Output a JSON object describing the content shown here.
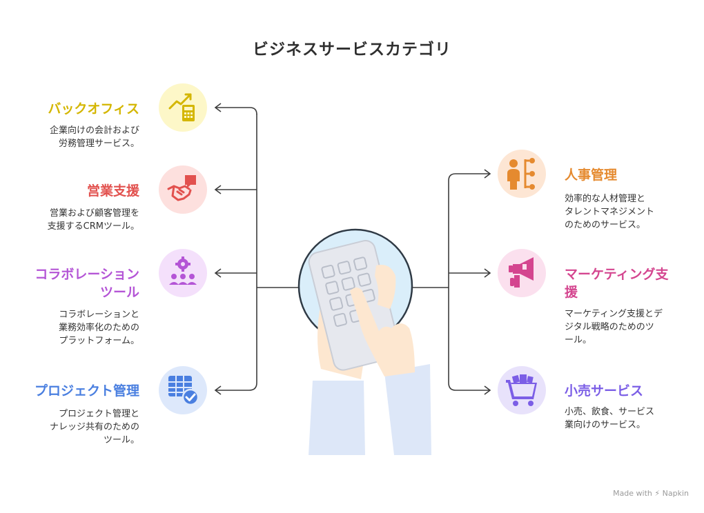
{
  "title": "ビジネスサービスカテゴリ",
  "categories": {
    "backoffice": {
      "title": "バックオフィス",
      "description": "企業向けの会計および\n労務管理サービス。",
      "color": "#d4b600",
      "bg": "#fdf7c8",
      "icon": "chart-calculator-icon"
    },
    "sales": {
      "title": "営業支援",
      "description": "営業および顧客管理を\n支援するCRMツール。",
      "color": "#e2514e",
      "bg": "#fde0de",
      "icon": "handshake-chat-icon"
    },
    "collaboration": {
      "title": "コラボレーション\nツール",
      "description": "コラボレーションと\n業務効率化のための\nプラットフォーム。",
      "color": "#b455d6",
      "bg": "#f4e0fb",
      "icon": "team-gear-icon"
    },
    "project": {
      "title": "プロジェクト管理",
      "description": "プロジェクト管理と\nナレッジ共有のための\nツール。",
      "color": "#4a7fe0",
      "bg": "#dde8fb",
      "icon": "table-check-icon"
    },
    "hr": {
      "title": "人事管理",
      "description": "効率的な人材管理と\nタレントマネジメント\nのためのサービス。",
      "color": "#e58a2f",
      "bg": "#fde6d4",
      "icon": "person-tree-icon"
    },
    "marketing": {
      "title": "マーケティング支\n援",
      "description": "マーケティング支援とデ\nジタル戦略のためのツ\nール。",
      "color": "#d4458f",
      "bg": "#fbe0ee",
      "icon": "megaphone-icon"
    },
    "retail": {
      "title": "小売サービス",
      "description": "小売、飲食、サービス\n業向けのサービス。",
      "color": "#7b5ee6",
      "bg": "#e8e2fb",
      "icon": "shopping-cart-icon"
    }
  },
  "footer": {
    "made_with": "Made with",
    "brand": "Napkin"
  }
}
